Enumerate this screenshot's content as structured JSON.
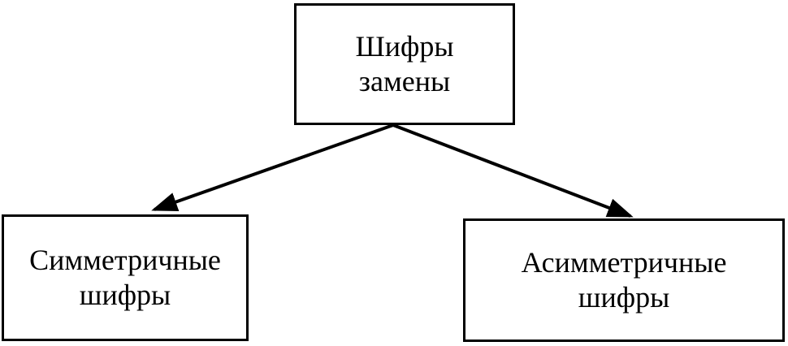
{
  "diagram": {
    "nodes": {
      "root": {
        "label": "Шифры\nзамены"
      },
      "left": {
        "label": "Симметричные\nшифры"
      },
      "right": {
        "label": "Асимметричные\nшифры"
      }
    },
    "edges": [
      {
        "from": "root",
        "to": "left"
      },
      {
        "from": "root",
        "to": "right"
      }
    ],
    "colors": {
      "line": "#000000",
      "background": "#ffffff"
    }
  }
}
